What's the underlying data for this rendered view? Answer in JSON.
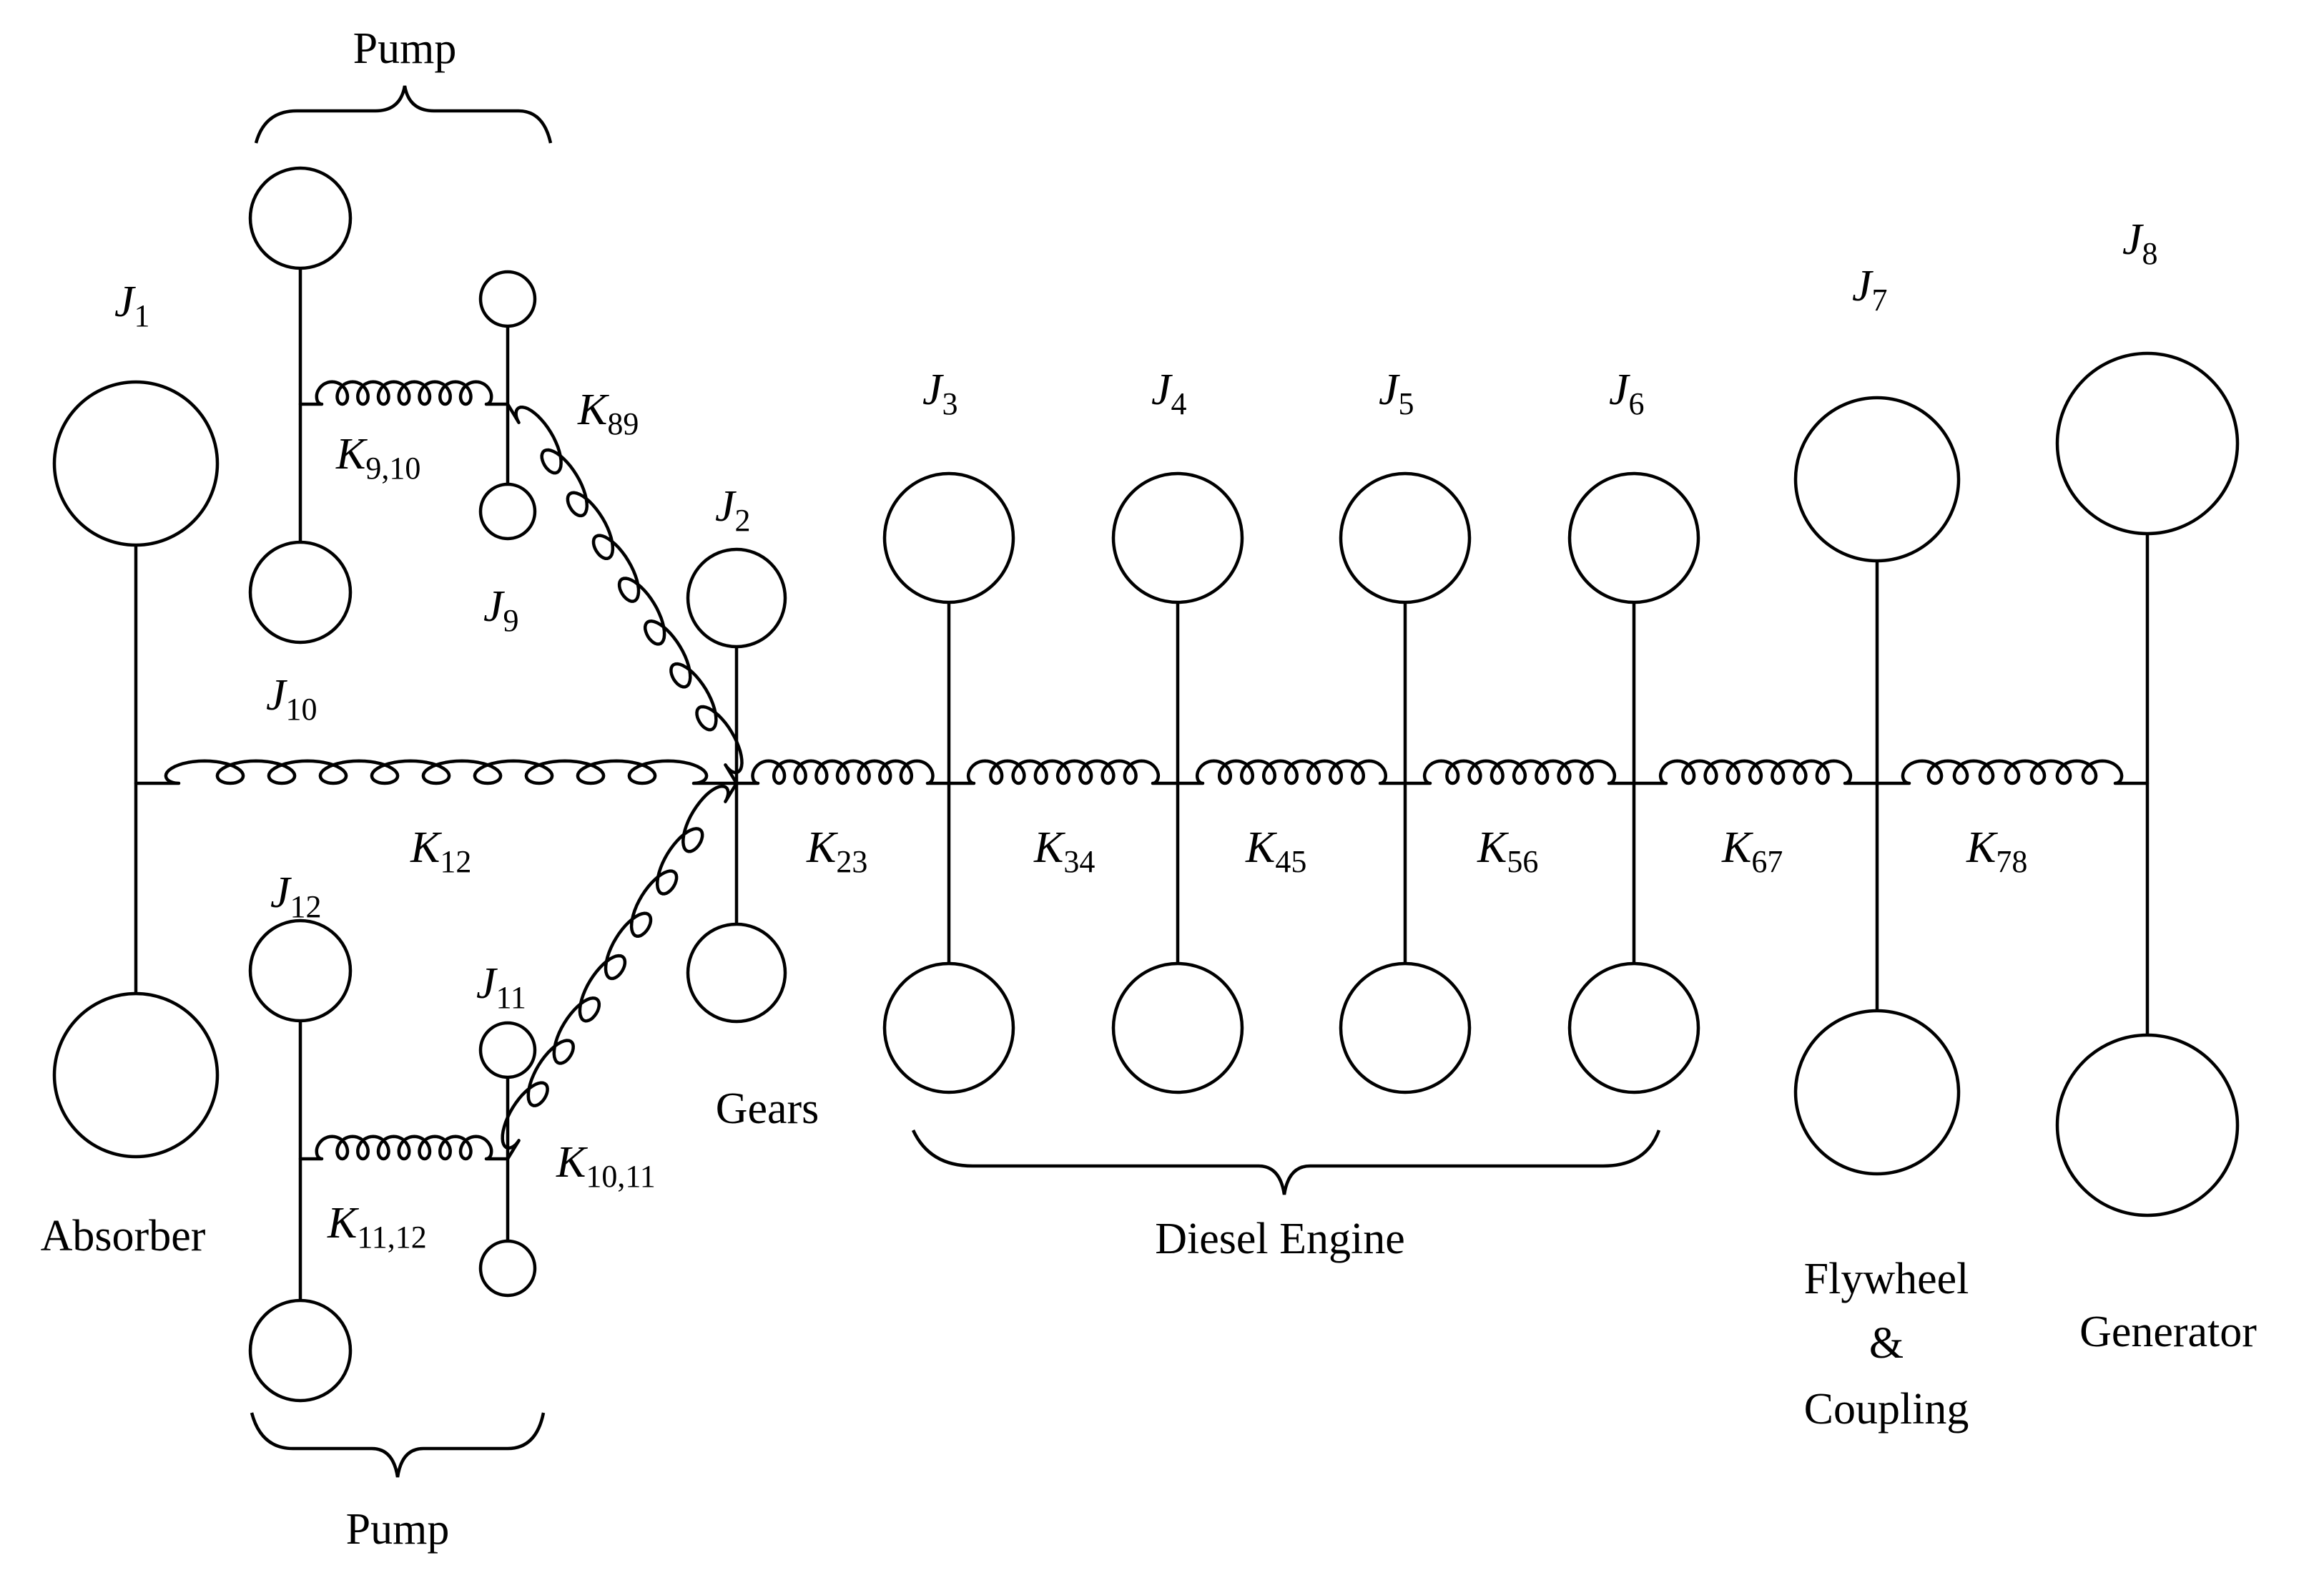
{
  "diagram": {
    "group_labels": {
      "pump_top": "Pump",
      "pump_bottom": "Pump",
      "diesel": "Diesel Engine",
      "absorber": "Absorber",
      "gears": "Gears",
      "flywheel_line1": "Flywheel",
      "flywheel_line2": "&",
      "flywheel_line3": "Coupling",
      "generator": "Generator"
    },
    "inertias": [
      {
        "id": "J1",
        "base": "J",
        "sub": "1"
      },
      {
        "id": "J2",
        "base": "J",
        "sub": "2"
      },
      {
        "id": "J3",
        "base": "J",
        "sub": "3"
      },
      {
        "id": "J4",
        "base": "J",
        "sub": "4"
      },
      {
        "id": "J5",
        "base": "J",
        "sub": "5"
      },
      {
        "id": "J6",
        "base": "J",
        "sub": "6"
      },
      {
        "id": "J7",
        "base": "J",
        "sub": "7"
      },
      {
        "id": "J8",
        "base": "J",
        "sub": "8"
      },
      {
        "id": "J9",
        "base": "J",
        "sub": "9"
      },
      {
        "id": "J10",
        "base": "J",
        "sub": "10"
      },
      {
        "id": "J11",
        "base": "J",
        "sub": "11"
      },
      {
        "id": "J12",
        "base": "J",
        "sub": "12"
      }
    ],
    "stiffnesses": [
      {
        "id": "K12",
        "base": "K",
        "sub": "12"
      },
      {
        "id": "K23",
        "base": "K",
        "sub": "23"
      },
      {
        "id": "K34",
        "base": "K",
        "sub": "34"
      },
      {
        "id": "K45",
        "base": "K",
        "sub": "45"
      },
      {
        "id": "K56",
        "base": "K",
        "sub": "56"
      },
      {
        "id": "K67",
        "base": "K",
        "sub": "67"
      },
      {
        "id": "K78",
        "base": "K",
        "sub": "78"
      },
      {
        "id": "K89",
        "base": "K",
        "sub": "89"
      },
      {
        "id": "K910",
        "base": "K",
        "sub": "9,10"
      },
      {
        "id": "K1011",
        "base": "K",
        "sub": "10,11"
      },
      {
        "id": "K1112",
        "base": "K",
        "sub": "11,12"
      }
    ]
  }
}
